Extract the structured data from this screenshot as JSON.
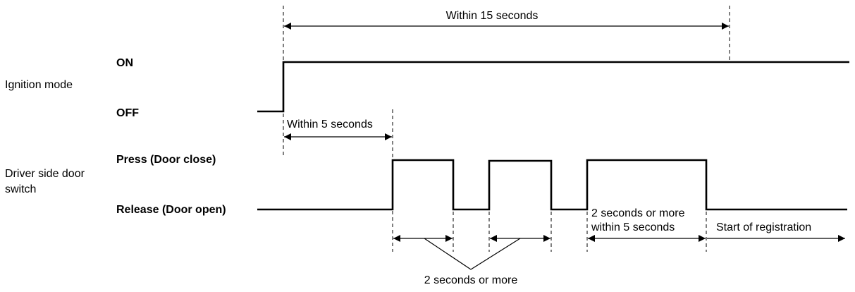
{
  "signals": {
    "ignition": {
      "name": "Ignition mode",
      "high": "ON",
      "low": "OFF"
    },
    "door": {
      "name_line1": "Driver side door",
      "name_line2": "switch",
      "high": "Press (Door close)",
      "low": "Release (Door open)"
    }
  },
  "annotations": {
    "within_15": "Within 15 seconds",
    "within_5": "Within 5 seconds",
    "two_or_more_within_5_line1": "2 seconds or more",
    "two_or_more_within_5_line2": "within 5 seconds",
    "start_registration": "Start of registration",
    "two_seconds_or_more": "2 seconds or more"
  }
}
